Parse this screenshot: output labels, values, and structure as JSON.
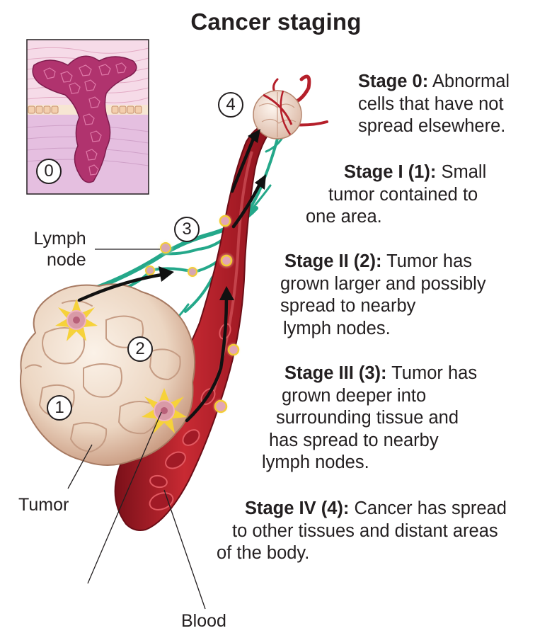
{
  "title": "Cancer staging",
  "stages": [
    {
      "name": "Stage 0",
      "lines": [
        "Abnormal",
        "cells that have not",
        "spread elsewhere."
      ]
    },
    {
      "name": "Stage I (1)",
      "lines": [
        "Small",
        "tumor contained to",
        "one area."
      ]
    },
    {
      "name": "Stage II (2)",
      "lines": [
        "Tumor has",
        "grown larger and possibly",
        "spread to nearby",
        "lymph nodes."
      ]
    },
    {
      "name": "Stage III (3)",
      "lines": [
        "Tumor has",
        "grown deeper into",
        "surrounding tissue and",
        "has spread to nearby",
        "lymph nodes."
      ]
    },
    {
      "name": "Stage IV (4)",
      "lines": [
        "Cancer has spread",
        "to other tissues and distant areas",
        "of the body."
      ]
    }
  ],
  "labels": {
    "lymph_line1": "Lymph",
    "lymph_line2": "node",
    "tumor": "Tumor",
    "blood": "Blood"
  },
  "markers": [
    "0",
    "1",
    "2",
    "3",
    "4"
  ],
  "colors": {
    "vessel": "#b51f2a",
    "tumor": "#ecd8c6",
    "lymph": "#24a88a",
    "tissue": "#e7c3df",
    "cells": "#b0336e",
    "spots": "#f6d23a"
  }
}
